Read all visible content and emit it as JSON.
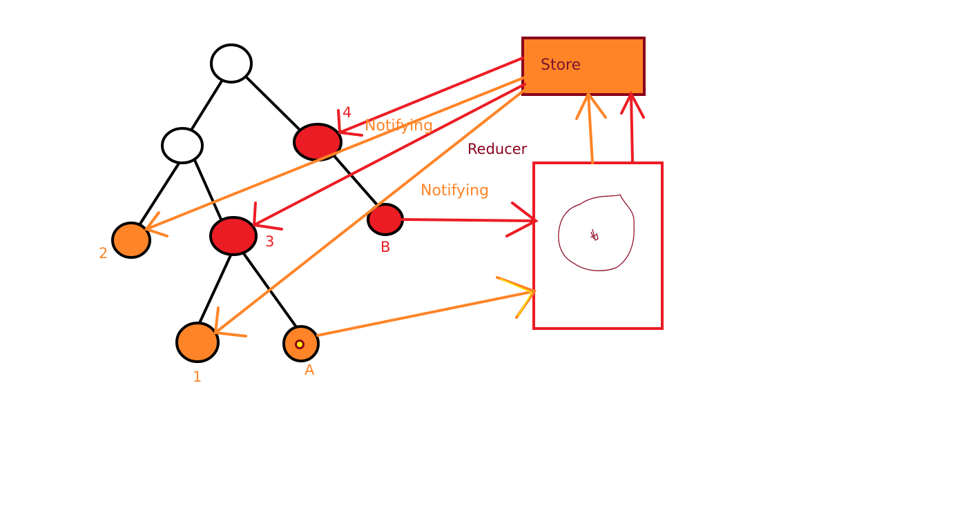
{
  "colors": {
    "orange": "#ff8427",
    "red": "#ec1c24",
    "dark_red": "#88001b",
    "black": "#000000",
    "yellow": "#fff200",
    "white": "#ffffff"
  },
  "store": {
    "label": "Store"
  },
  "reducer": {
    "label": "Reducer"
  },
  "notify_labels": {
    "top": "Notifying",
    "middle": "Notifying"
  },
  "node_labels": {
    "n1": "1",
    "n2": "2",
    "n3": "3",
    "n4": "4",
    "nA": "A",
    "nB": "B"
  }
}
